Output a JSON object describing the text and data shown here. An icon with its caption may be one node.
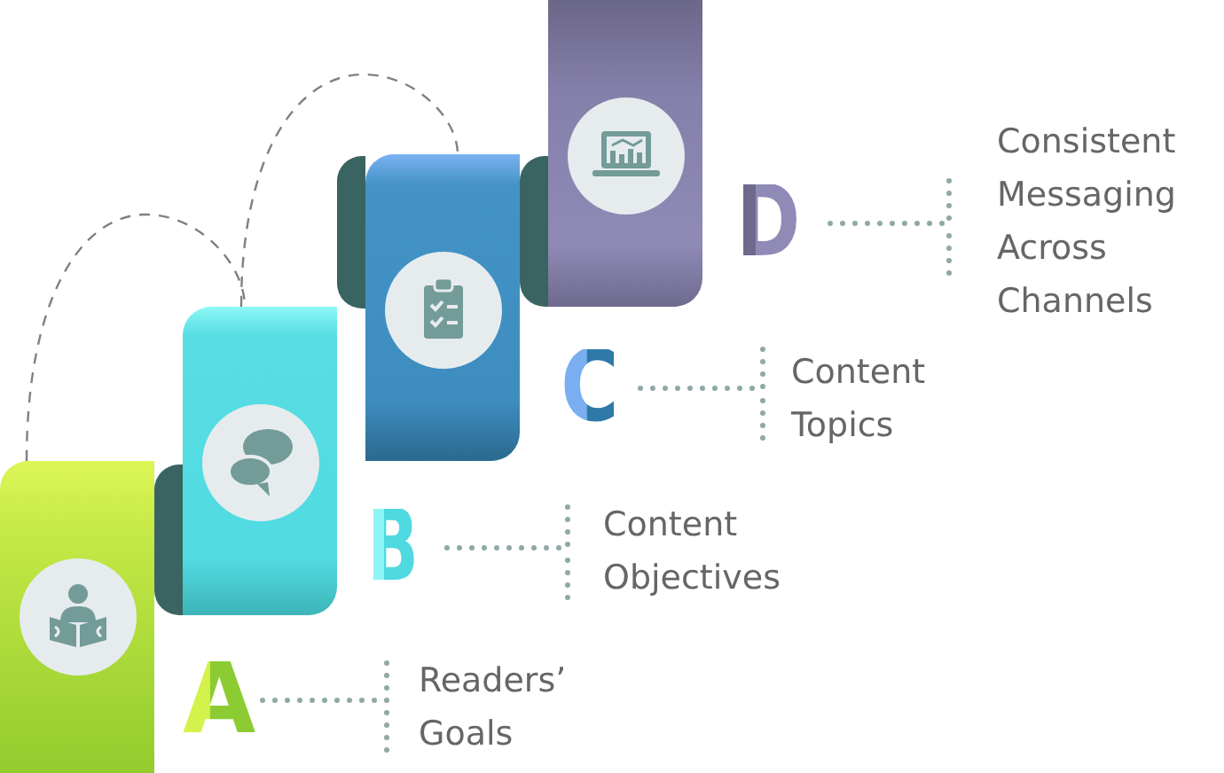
{
  "diagram": {
    "nodes": [
      {
        "text": [],
        "shape": "bar"
      },
      {
        "text": [
          "A"
        ]
      },
      {
        "text": [
          "Readers’ Goals"
        ]
      },
      {
        "text": [],
        "shape": "bar"
      },
      {
        "text": [
          "B"
        ]
      },
      {
        "text": [
          "Content Objectives"
        ]
      },
      {
        "text": [],
        "shape": "bar"
      },
      {
        "text": [
          "C"
        ]
      },
      {
        "text": [
          "Content Topics"
        ]
      },
      {
        "text": [],
        "shape": "bar"
      },
      {
        "text": [
          "D"
        ]
      },
      {
        "text": [
          "Consistent Messaging Across Channels"
        ]
      }
    ],
    "edges": [
      {
        "from": 0,
        "to": 3,
        "arrow": "none",
        "style": "dashed",
        "color": "#808080"
      },
      {
        "from": 3,
        "to": 6,
        "arrow": "none",
        "style": "dashed",
        "color": "#808080"
      },
      {
        "from": 1,
        "to": 2,
        "arrow": "none"
      },
      {
        "from": 4,
        "to": 5,
        "arrow": "none"
      },
      {
        "from": 7,
        "to": 8,
        "arrow": "none"
      },
      {
        "from": 10,
        "to": 11,
        "arrow": "none"
      }
    ]
  }
}
